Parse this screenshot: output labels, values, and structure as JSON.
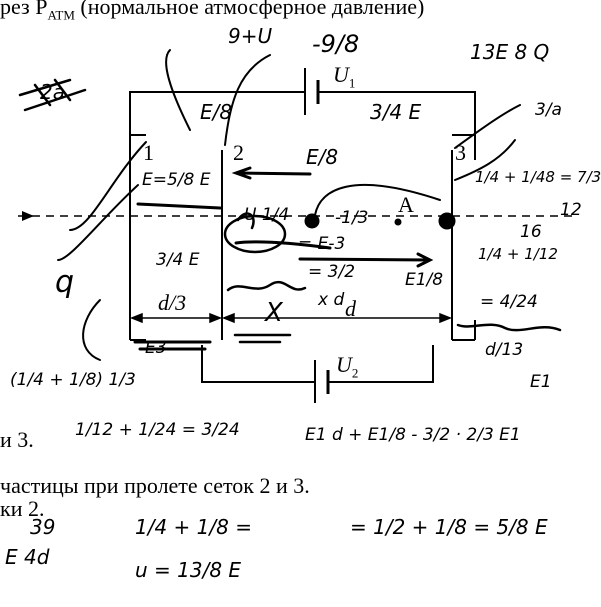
{
  "printed": {
    "header": "рез P",
    "header_sub": "ATM",
    "header_rest": " (нормальное атмосферное давление)",
    "u1": "U",
    "u1_sub": "1",
    "u2": "U",
    "u2_sub": "2",
    "grid_1": "1",
    "grid_2": "2",
    "grid_3": "3",
    "point_a": "A",
    "dist_d3": "d/3",
    "dist_d": "d",
    "line1": "и 3.",
    "line2": "частицы при пролете сеток 2 и 3.",
    "line3": "ки 2."
  },
  "handwriting": {
    "top_expr": "-9/8",
    "top_left": "9+U",
    "top_right": "13E  8  Q",
    "left_top": "2a",
    "e_over_8_left": "E/8",
    "three_quarter_e": "3/4 E",
    "e_over_8_mid": "E/8",
    "e58e": "E=5/8 E",
    "u_one_quarter": "U  1/4",
    "one_third": "-1/3",
    "e_minus_3": "= E-3",
    "eq_3_2": "= 3/2",
    "x_d": "x d",
    "e1_over_8": "E1/8",
    "left_q": "q",
    "three_quarter_e_left": "3/4 E",
    "x_label": "X",
    "e3": "E3",
    "right_sum": "1/4 + 1/48 = 7/3",
    "right_12": "12",
    "right_16": "16",
    "right_sum2": "1/4 + 1/12",
    "right_eq": "= 4/24",
    "right_frac": "d/13",
    "right_e1": "E1",
    "right_a": "3/a",
    "bottom_left_frac": "(1/4 + 1/8) 1/3",
    "bottom_mid_frac": "1/12 + 1/24 = 3/24",
    "bottom_expr": "E1 d + E1/8 - 3/2 · 2/3 E1",
    "bottom_39": "39",
    "bottom_e_4d": "E 4d",
    "bottom_sum": "1/4 + 1/8 =",
    "bottom_u": "u = 13/8 E",
    "bottom_right": "= 1/2 + 1/8 = 5/8 E"
  }
}
